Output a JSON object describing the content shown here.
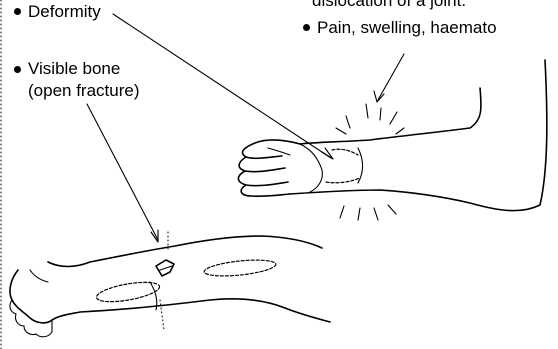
{
  "labels": {
    "deformity": "Deformity",
    "dislocation_fragment": "dislocation of a joint.",
    "pain": "Pain, swelling, haemato",
    "visible_bone_line1": "Visible bone",
    "visible_bone_line2": "(open fracture)"
  },
  "colors": {
    "ink": "#000000",
    "background": "#ffffff"
  }
}
